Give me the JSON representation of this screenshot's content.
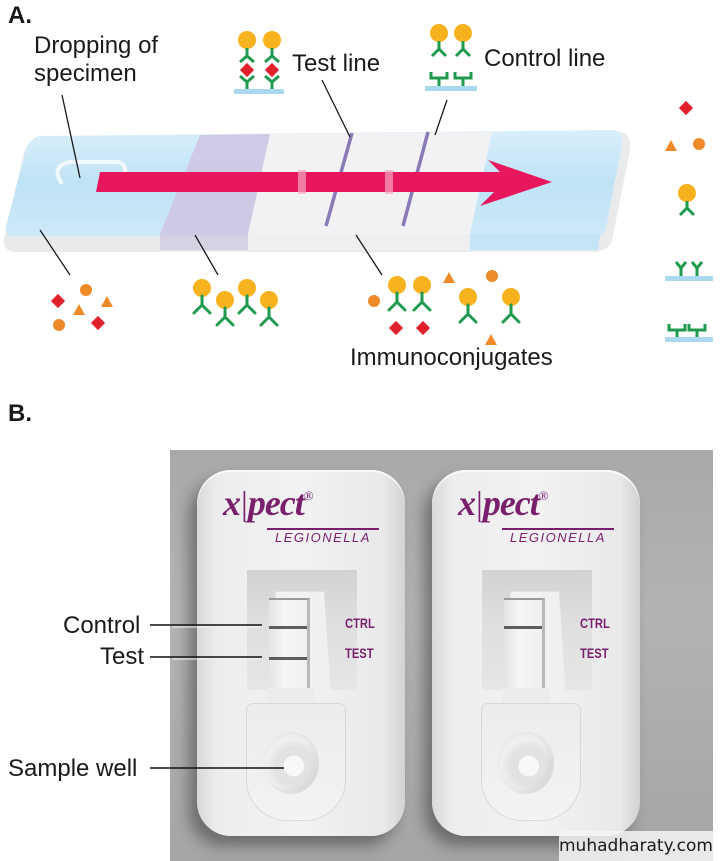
{
  "panel_a": {
    "label": "A.",
    "callouts": {
      "dropping": [
        "Dropping of",
        "specimen"
      ],
      "test_line": "Test line",
      "control_line": "Control line",
      "immunoconjugates": "Immunoconjugates"
    },
    "colors": {
      "strip_blue": "#bfe3f5",
      "conjugate_pad": "#cfc6e2",
      "membrane": "#f2f2f4",
      "line_purple": "#8a7ab8",
      "arrow": "#e8175d",
      "antigen_diamond": "#e0202a",
      "orange_shape": "#ee8a2a",
      "gold_particle": "#f7b21e",
      "antibody_green": "#1f9a4e",
      "membrane_base": "#a9d8ef"
    },
    "legend_icons": [
      "antigen-diamond-icon",
      "non-target-particles-icon",
      "gold-labeled-antibody-icon",
      "capture-antibody-icon",
      "anti-antibody-icon"
    ]
  },
  "panel_b": {
    "label": "B.",
    "callouts": {
      "control": "Control",
      "test": "Test",
      "sample_well": "Sample well"
    },
    "cassettes": [
      {
        "brand_x": "x",
        "brand_pect": "pect",
        "registered": "®",
        "product": "LEGIONELLA",
        "ctrl_mark": "CTRL",
        "test_mark": "TEST",
        "control_band": true,
        "test_band": true
      },
      {
        "brand_x": "x",
        "brand_pect": "pect",
        "registered": "®",
        "product": "LEGIONELLA",
        "ctrl_mark": "CTRL",
        "test_mark": "TEST",
        "control_band": true,
        "test_band": false
      }
    ],
    "brand_color": "#7a1f6e"
  },
  "watermark": "muhadharaty.com"
}
